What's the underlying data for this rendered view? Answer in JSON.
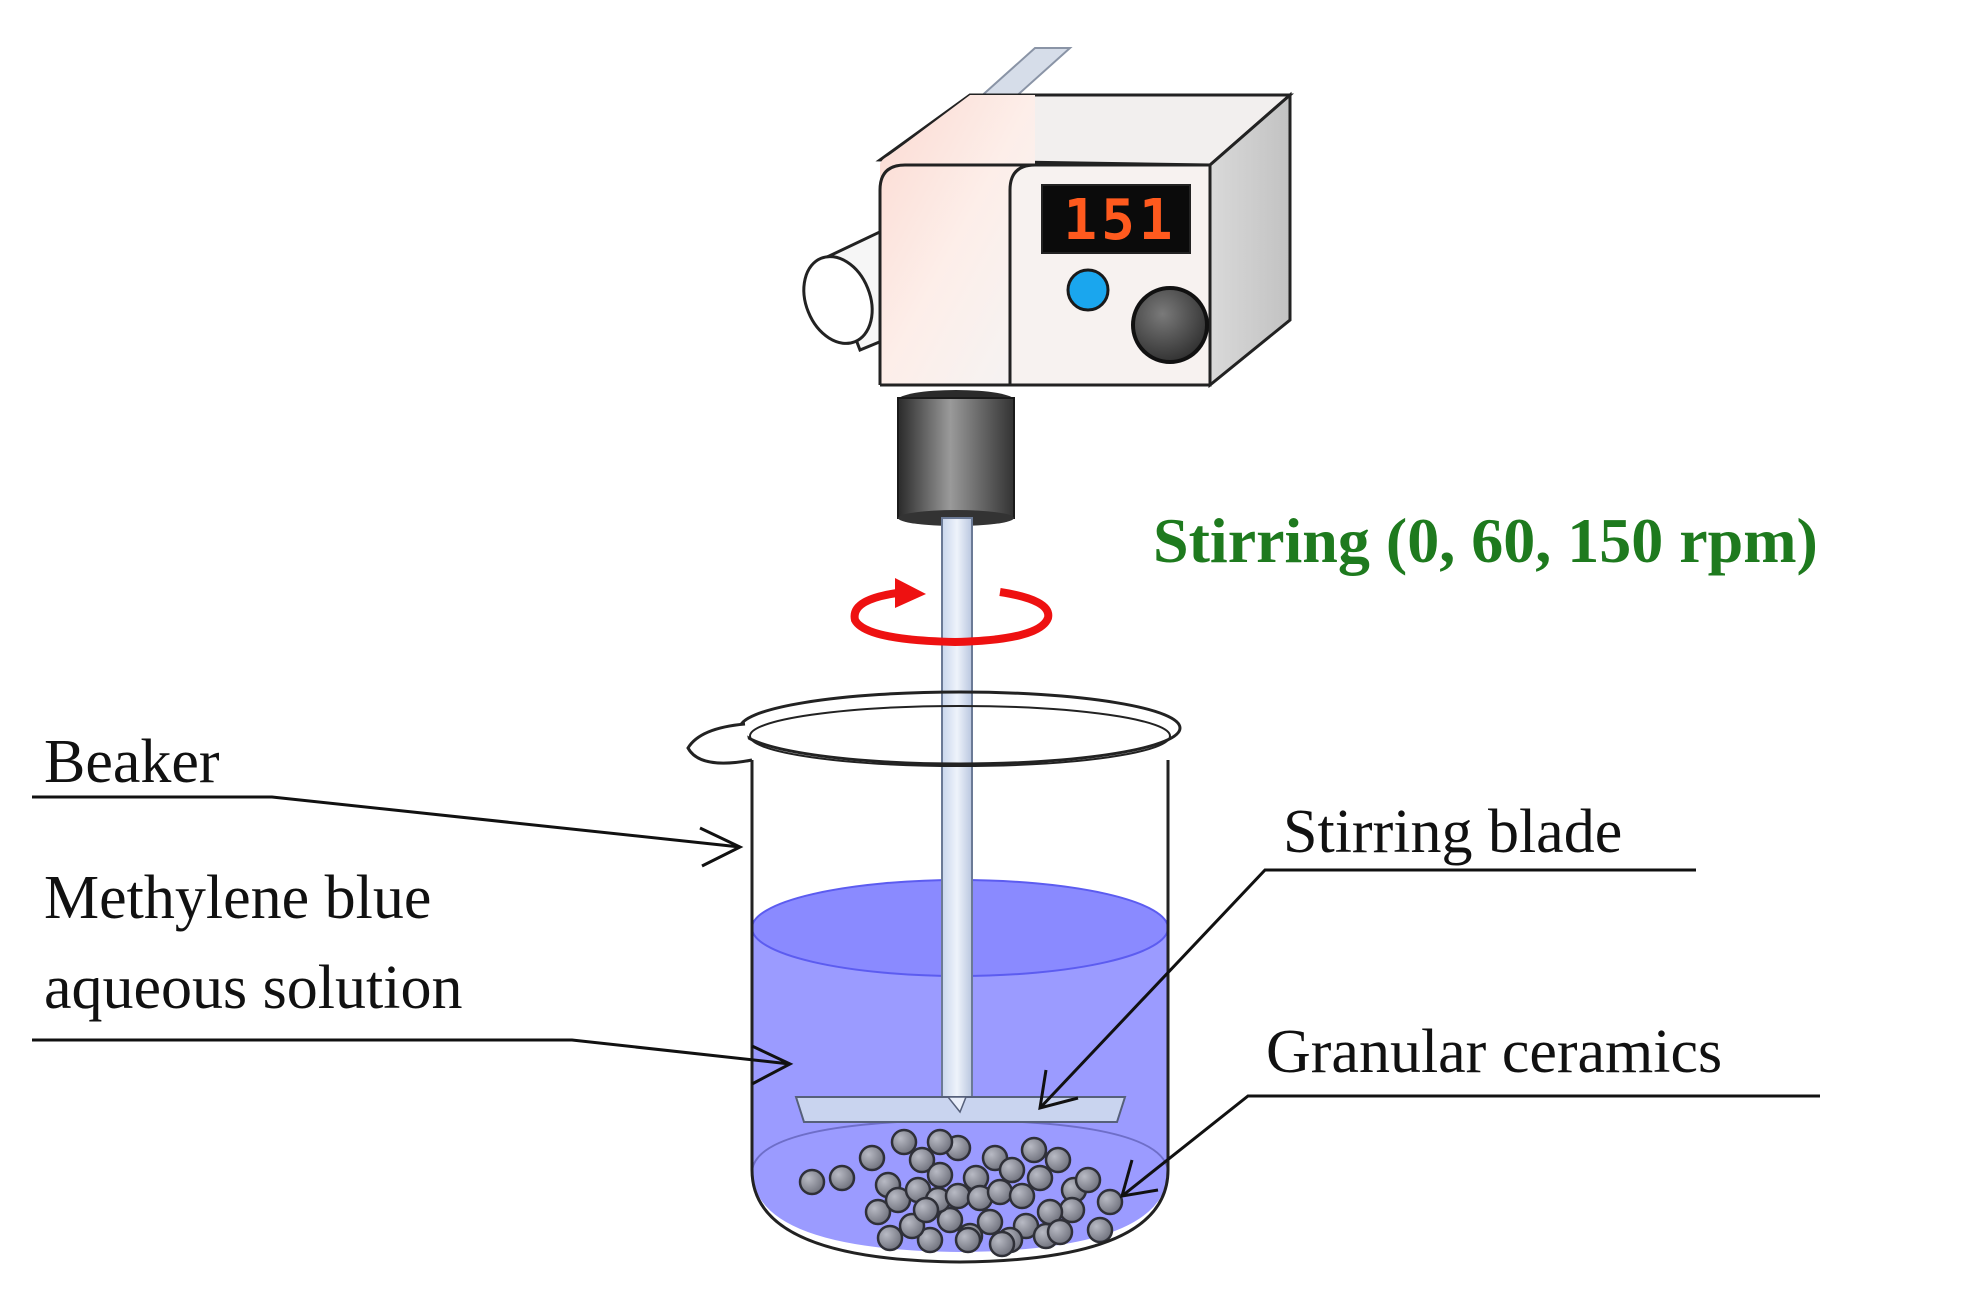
{
  "labels": {
    "stirring_speed": "Stirring (0, 60, 150 rpm)",
    "beaker": "Beaker",
    "solution_line1": "Methylene blue",
    "solution_line2": "aqueous solution",
    "stirring_blade": "Stirring blade",
    "granular_ceramics": "Granular ceramics"
  },
  "display": {
    "digits": "151"
  },
  "icons": {
    "rotation": "rotation-arrow-icon",
    "button": "blue-button",
    "knob": "speed-knob"
  },
  "colors": {
    "stirring_text": "#1e7a1e",
    "rotation_arrow": "#ee1111",
    "solution": "#9b9bff",
    "solution_surface": "#7c7cff",
    "display_digits": "#ff5a1e",
    "button": "#1aa6ee",
    "knob": "#4b4b4b",
    "granule": "#7d7f8a"
  }
}
